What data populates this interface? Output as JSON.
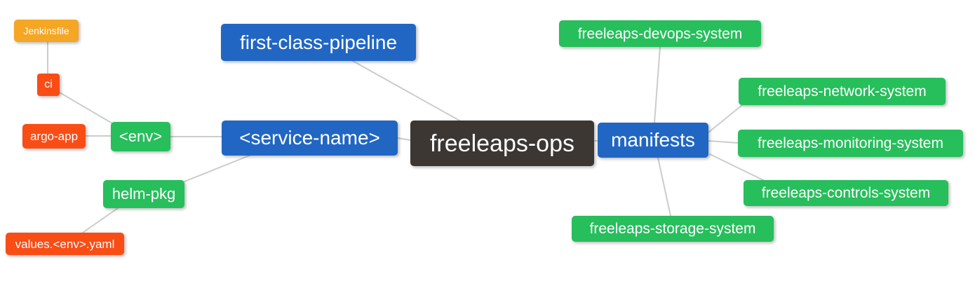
{
  "diagram": {
    "type": "mindmap",
    "root_label": "freeleaps-ops",
    "nodes": [
      {
        "id": "jenkinsfile",
        "label": "Jenkinsfile",
        "color": "orange"
      },
      {
        "id": "ci",
        "label": "ci",
        "color": "red"
      },
      {
        "id": "argo-app",
        "label": "argo-app",
        "color": "red"
      },
      {
        "id": "env",
        "label": "<env>",
        "color": "green"
      },
      {
        "id": "helm-pkg",
        "label": "helm-pkg",
        "color": "green"
      },
      {
        "id": "values-env-yaml",
        "label": "values.<env>.yaml",
        "color": "red"
      },
      {
        "id": "first-class-pipeline",
        "label": "first-class-pipeline",
        "color": "blue"
      },
      {
        "id": "service-name",
        "label": "<service-name>",
        "color": "blue"
      },
      {
        "id": "freeleaps-ops",
        "label": "freeleaps-ops",
        "color": "dark"
      },
      {
        "id": "manifests",
        "label": "manifests",
        "color": "blue"
      },
      {
        "id": "freeleaps-devops-system",
        "label": "freeleaps-devops-system",
        "color": "green"
      },
      {
        "id": "freeleaps-network-system",
        "label": "freeleaps-network-system",
        "color": "green"
      },
      {
        "id": "freeleaps-monitoring-system",
        "label": "freeleaps-monitoring-system",
        "color": "green"
      },
      {
        "id": "freeleaps-controls-system",
        "label": "freeleaps-controls-system",
        "color": "green"
      },
      {
        "id": "freeleaps-storage-system",
        "label": "freeleaps-storage-system",
        "color": "green"
      }
    ],
    "edges": [
      [
        "jenkinsfile",
        "ci"
      ],
      [
        "ci",
        "env"
      ],
      [
        "argo-app",
        "env"
      ],
      [
        "env",
        "service-name"
      ],
      [
        "helm-pkg",
        "service-name"
      ],
      [
        "values-env-yaml",
        "helm-pkg"
      ],
      [
        "first-class-pipeline",
        "freeleaps-ops"
      ],
      [
        "service-name",
        "freeleaps-ops"
      ],
      [
        "freeleaps-ops",
        "manifests"
      ],
      [
        "manifests",
        "freeleaps-devops-system"
      ],
      [
        "manifests",
        "freeleaps-network-system"
      ],
      [
        "manifests",
        "freeleaps-monitoring-system"
      ],
      [
        "manifests",
        "freeleaps-controls-system"
      ],
      [
        "manifests",
        "freeleaps-storage-system"
      ]
    ],
    "colors": {
      "orange": "#F5A623",
      "red": "#F94D16",
      "green": "#27BE5C",
      "blue": "#2166C3",
      "dark": "#3C3733",
      "edge": "#CCCCCC",
      "text": "#FFFFFF",
      "background": "#FFFFFF"
    }
  }
}
